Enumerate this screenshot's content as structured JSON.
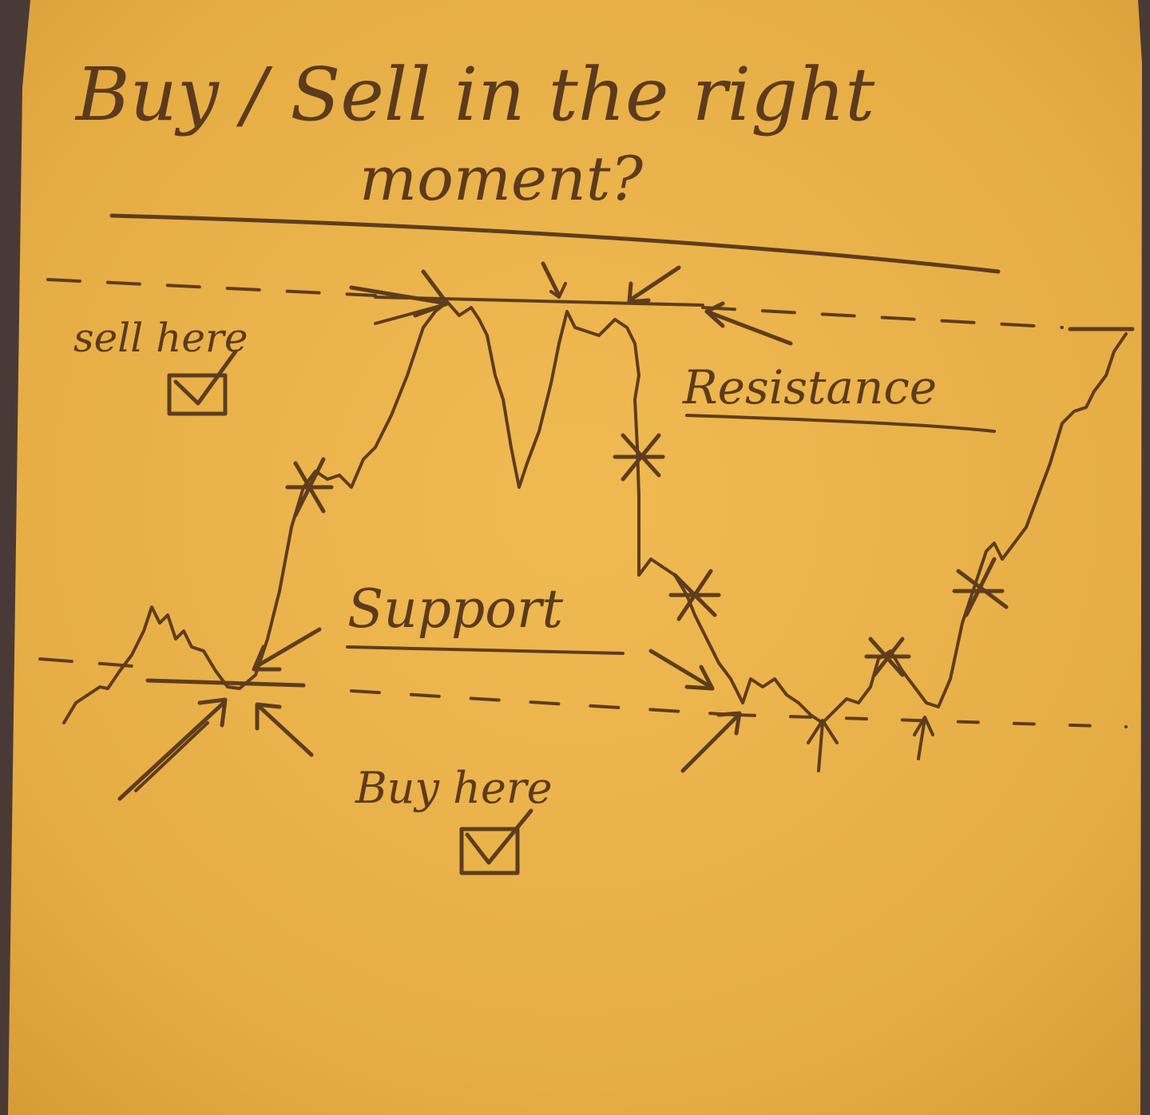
{
  "note": {
    "title_line1": "Buy / Sell in the right",
    "title_line2": "moment?",
    "sell_label": "sell here",
    "support_label": "Support",
    "resistance_label": "Resistance",
    "buy_label": "Buy here"
  },
  "colors": {
    "paper": "#eab24a",
    "paper_shadow": "#d79b36",
    "ink": "#5e3d1d",
    "background": "#4a3a36"
  },
  "icons": [
    "checkbox-checked-icon",
    "arrow-icon",
    "star-marker-icon"
  ]
}
